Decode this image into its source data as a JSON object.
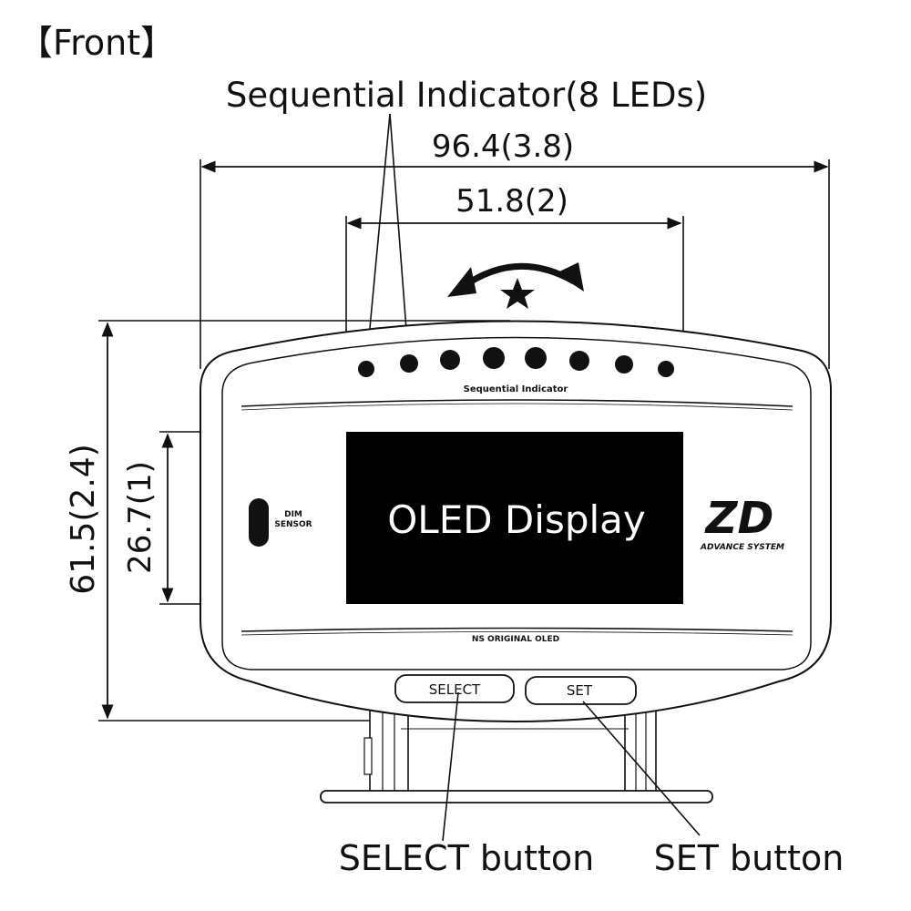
{
  "heading": "【Front】",
  "callouts": {
    "sequential_indicator": "Sequential Indicator(8 LEDs)",
    "select_button": "SELECT button",
    "set_button": "SET button"
  },
  "dimensions": {
    "overall_width": "96.4(3.8)",
    "led_span_width": "51.8(2)",
    "overall_height": "61.5(2.4)",
    "display_height": "26.7(1)"
  },
  "device": {
    "strip_label": "Sequential Indicator",
    "display_text": "OLED Display",
    "dim_sensor_label_1": "DIM",
    "dim_sensor_label_2": "SENSOR",
    "logo_text": "ZD",
    "logo_subtext": "ADVANCE SYSTEM",
    "footer_label": "NS ORIGINAL OLED",
    "select_label": "SELECT",
    "set_label": "SET",
    "led_count": 8
  },
  "colors": {
    "display_background": "#000000",
    "display_text": "#ffffff",
    "line": "#111111",
    "background": "#ffffff"
  }
}
